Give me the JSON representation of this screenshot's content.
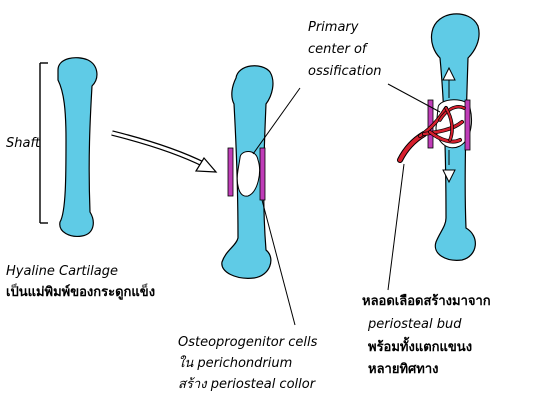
{
  "labels": {
    "shaft": "Shaft",
    "hyaline_line1": "Hyaline Cartilage",
    "hyaline_line2": "เป็นแม่พิมพ์ของกระดูกแข็ง",
    "primary_line1": "Primary",
    "primary_line2": "center of",
    "primary_line3": "ossification",
    "osteo_line1": "Osteoprogenitor cells",
    "osteo_line2": "ใน perichondrium",
    "osteo_line3": "สร้าง periosteal collor",
    "vessel_line1": "หลอดเลือดสร้างมาจาก",
    "vessel_line2": "periosteal bud",
    "vessel_line3": "พร้อมทั้งแตกแขนง",
    "vessel_line4": "หลายทิศทาง"
  },
  "colors": {
    "cartilage": "#5FCBE6",
    "collar": "#C03CB8",
    "vessel": "#D6202E",
    "outline": "#000000"
  }
}
